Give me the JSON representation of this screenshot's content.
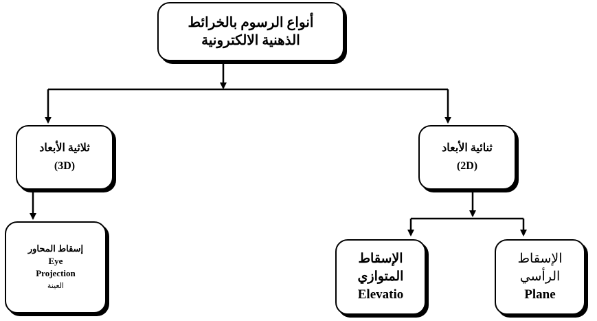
{
  "root": {
    "line1": "أنواع الرسوم بالخرائط",
    "line2": "الذهنية الالكترونية"
  },
  "three_d": {
    "ar": "ثلاثية الأبعاد",
    "code": "(3D)"
  },
  "two_d": {
    "ar": "ثنائية الأبعاد",
    "code": "(2D)"
  },
  "eye": {
    "ar": "إسقاط المحاور",
    "en1": "Eye",
    "en2": "Projection",
    "ar2": "العينة"
  },
  "elevation": {
    "ar1": "الإسقاط",
    "ar2": "المتوازي",
    "en": "Elevatio"
  },
  "plane": {
    "ar1": "الإسقاط",
    "ar2": "الرأسي",
    "en": "Plane"
  }
}
